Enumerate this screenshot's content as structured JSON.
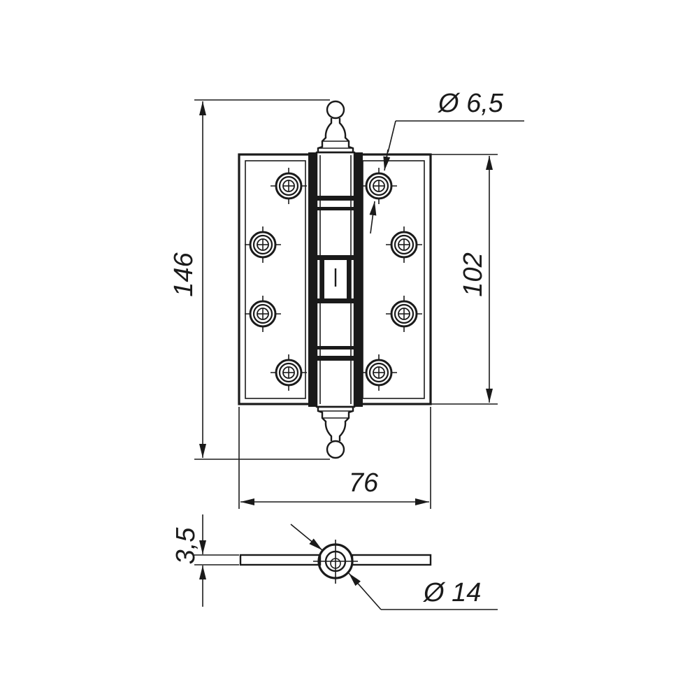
{
  "dimensions": {
    "overall_height": "146",
    "leaf_height": "102",
    "width": "76",
    "hole_diameter": "Ø 6,5",
    "thickness": "3,5",
    "knuckle_diameter": "Ø 14"
  }
}
